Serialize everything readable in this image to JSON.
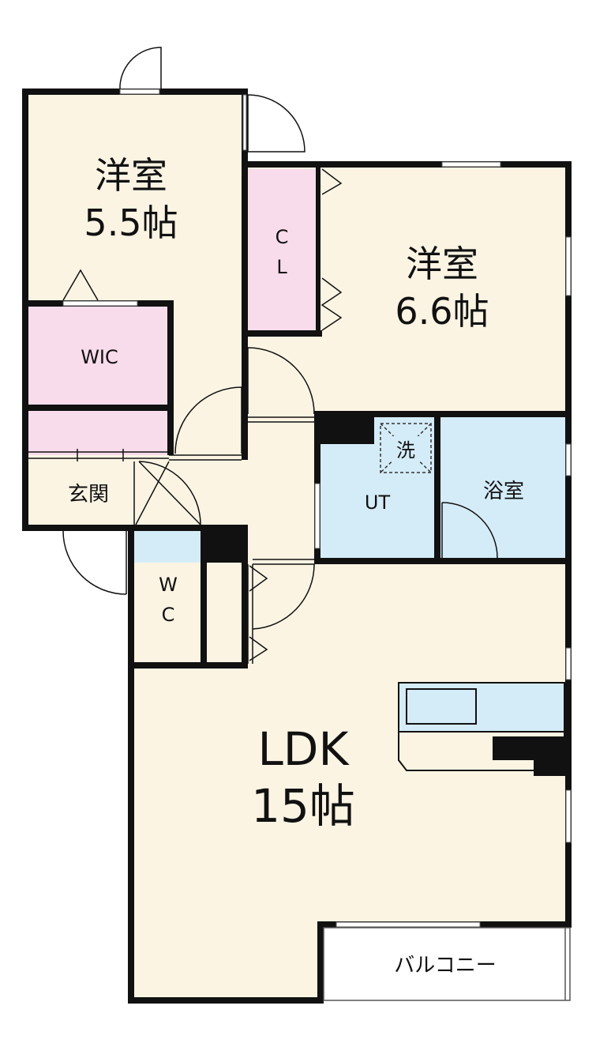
{
  "colors": {
    "wall": "#111111",
    "room_cream": "#fbf4e3",
    "storage_pink": "#f9dceb",
    "wet_blue": "#d4ecf7",
    "balcony": "#ffffff"
  },
  "rooms": {
    "western_1": {
      "name": "洋室",
      "size": "5.5帖"
    },
    "western_2": {
      "name": "洋室",
      "size": "6.6帖"
    },
    "closet": {
      "line1": "C",
      "line2": "L"
    },
    "wic": "WIC",
    "entrance": "玄関",
    "utility": "UT",
    "washer": "洗",
    "bath": "浴室",
    "wc": {
      "line1": "W",
      "line2": "C"
    },
    "ldk": {
      "name": "LDK",
      "size": "15帖"
    },
    "balcony": "バルコニー"
  }
}
